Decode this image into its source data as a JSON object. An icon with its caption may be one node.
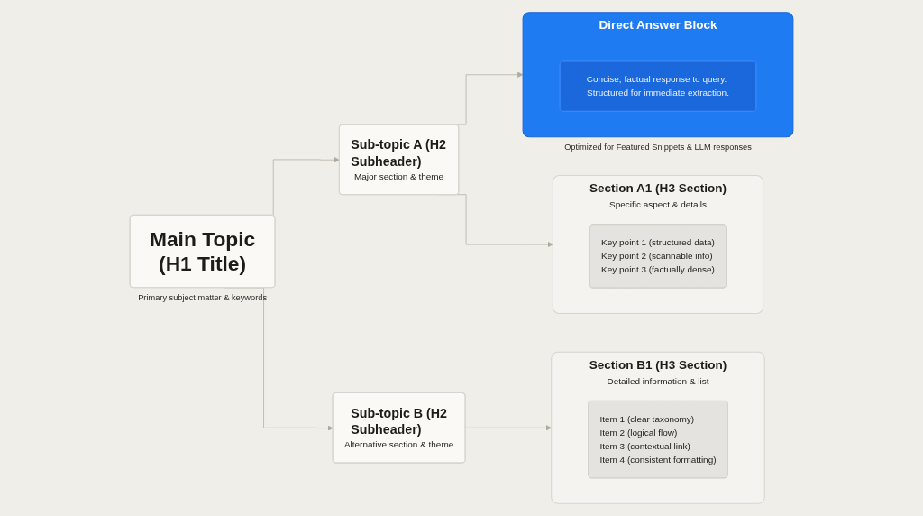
{
  "diagram": {
    "nodes": [
      {
        "text": [
          "Main Topic (H1 Title)"
        ],
        "beside": [
          "Primary subject matter & keywords"
        ]
      },
      {
        "text": [
          "Sub-topic A (H2 Subheader)",
          "Major section & theme"
        ]
      },
      {
        "text": [
          "Direct Answer Block"
        ],
        "beside": [
          "Optimized for Featured Snippets & LLM responses"
        ]
      },
      {
        "text": [
          "Concise, factual response to query. Structured for immediate extraction."
        ],
        "in": 2
      },
      {
        "text": [
          "Section A1 (H3 Section)",
          "Specific aspect & details"
        ]
      },
      {
        "text": [
          "Key point 1 (structured data)",
          "Key point 2 (scannable info)",
          "Key point 3 (factually dense)"
        ],
        "in": 4
      },
      {
        "text": [
          "Sub-topic B (H2 Subheader)",
          "Alternative section & theme"
        ]
      },
      {
        "text": [
          "Section B1 (H3 Section)",
          "Detailed information & list"
        ]
      },
      {
        "text": [
          "Item 1 (clear taxonomy)",
          "Item 2 (logical flow)",
          "Item 3 (contextual link)",
          "Item 4 (consistent formatting)"
        ],
        "in": 7
      }
    ],
    "edges": [
      {
        "from": 0,
        "to": 1,
        "arrow": "to"
      },
      {
        "from": 0,
        "to": 6,
        "arrow": "to"
      },
      {
        "from": 1,
        "to": 2,
        "arrow": "to"
      },
      {
        "from": 1,
        "to": 4,
        "arrow": "to"
      },
      {
        "from": 6,
        "to": 7,
        "arrow": "to"
      }
    ]
  }
}
